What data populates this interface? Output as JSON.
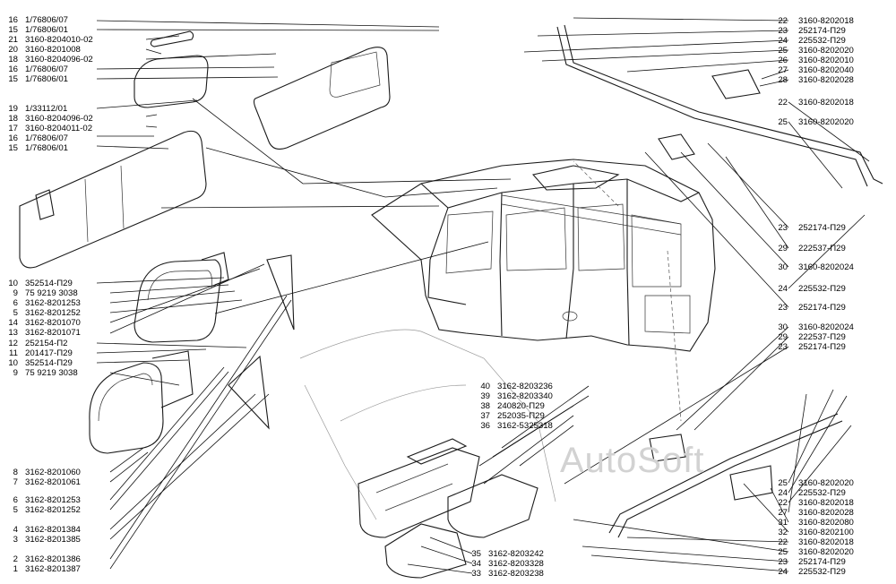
{
  "watermark": "AutoSoft",
  "callouts": [
    {
      "n": "16",
      "p": "1/76806/07"
    },
    {
      "n": "15",
      "p": "1/76806/01"
    },
    {
      "n": "21",
      "p": "3160-8204010-02"
    },
    {
      "n": "20",
      "p": "3160-8201008"
    },
    {
      "n": "18",
      "p": "3160-8204096-02"
    },
    {
      "n": "16",
      "p": "1/76806/07"
    },
    {
      "n": "15",
      "p": "1/76806/01"
    },
    {
      "n": "19",
      "p": "1/33112/01"
    },
    {
      "n": "18",
      "p": "3160-8204096-02"
    },
    {
      "n": "17",
      "p": "3160-8204011-02"
    },
    {
      "n": "16",
      "p": "1/76806/07"
    },
    {
      "n": "15",
      "p": "1/76806/01"
    },
    {
      "n": "10",
      "p": "352514-П29"
    },
    {
      "n": "9",
      "p": "75  9219  3038"
    },
    {
      "n": "6",
      "p": "3162-8201253"
    },
    {
      "n": "5",
      "p": "3162-8201252"
    },
    {
      "n": "14",
      "p": "3162-8201070"
    },
    {
      "n": "13",
      "p": "3162-8201071"
    },
    {
      "n": "12",
      "p": "252154-П2"
    },
    {
      "n": "11",
      "p": "201417-П29"
    },
    {
      "n": "10",
      "p": "352514-П29"
    },
    {
      "n": "9",
      "p": "75  9219  3038"
    },
    {
      "n": "8",
      "p": "3162-8201060"
    },
    {
      "n": "7",
      "p": "3162-8201061"
    },
    {
      "n": "6",
      "p": "3162-8201253"
    },
    {
      "n": "5",
      "p": "3162-8201252"
    },
    {
      "n": "4",
      "p": "3162-8201384"
    },
    {
      "n": "3",
      "p": "3162-8201385"
    },
    {
      "n": "2",
      "p": "3162-8201386"
    },
    {
      "n": "1",
      "p": "3162-8201387"
    },
    {
      "n": "22",
      "p": "3160-8202018"
    },
    {
      "n": "23",
      "p": "252174-П29"
    },
    {
      "n": "24",
      "p": "225532-П29"
    },
    {
      "n": "25",
      "p": "3160-8202020"
    },
    {
      "n": "26",
      "p": "3160-8202010"
    },
    {
      "n": "27",
      "p": "3160-8202040"
    },
    {
      "n": "28",
      "p": "3160-8202028"
    },
    {
      "n": "22",
      "p": "3160-8202018"
    },
    {
      "n": "25",
      "p": "3160-8202020"
    },
    {
      "n": "23",
      "p": "252174-П29"
    },
    {
      "n": "29",
      "p": "222537-П29"
    },
    {
      "n": "30",
      "p": "3160-8202024"
    },
    {
      "n": "24",
      "p": "225532-П29"
    },
    {
      "n": "23",
      "p": "252174-П29"
    },
    {
      "n": "30",
      "p": "3160-8202024"
    },
    {
      "n": "29",
      "p": "222537-П29"
    },
    {
      "n": "23",
      "p": "252174-П29"
    },
    {
      "n": "40",
      "p": "3162-8203236"
    },
    {
      "n": "39",
      "p": "3162-8203340"
    },
    {
      "n": "38",
      "p": "240820-П29"
    },
    {
      "n": "37",
      "p": "252035-П29"
    },
    {
      "n": "36",
      "p": "3162-5325318"
    },
    {
      "n": "25",
      "p": "3160-8202020"
    },
    {
      "n": "24",
      "p": "225532-П29"
    },
    {
      "n": "22",
      "p": "3160-8202018"
    },
    {
      "n": "27",
      "p": "3160-8202028"
    },
    {
      "n": "31",
      "p": "3160-8202080"
    },
    {
      "n": "32",
      "p": "3160-8202100"
    },
    {
      "n": "22",
      "p": "3160-8202018"
    },
    {
      "n": "25",
      "p": "3160-8202020"
    },
    {
      "n": "23",
      "p": "252174-П29"
    },
    {
      "n": "24",
      "p": "225532-П29"
    },
    {
      "n": "35",
      "p": "3162-8203242"
    },
    {
      "n": "34",
      "p": "3162-8203328"
    },
    {
      "n": "33",
      "p": "3162-8203238"
    }
  ]
}
